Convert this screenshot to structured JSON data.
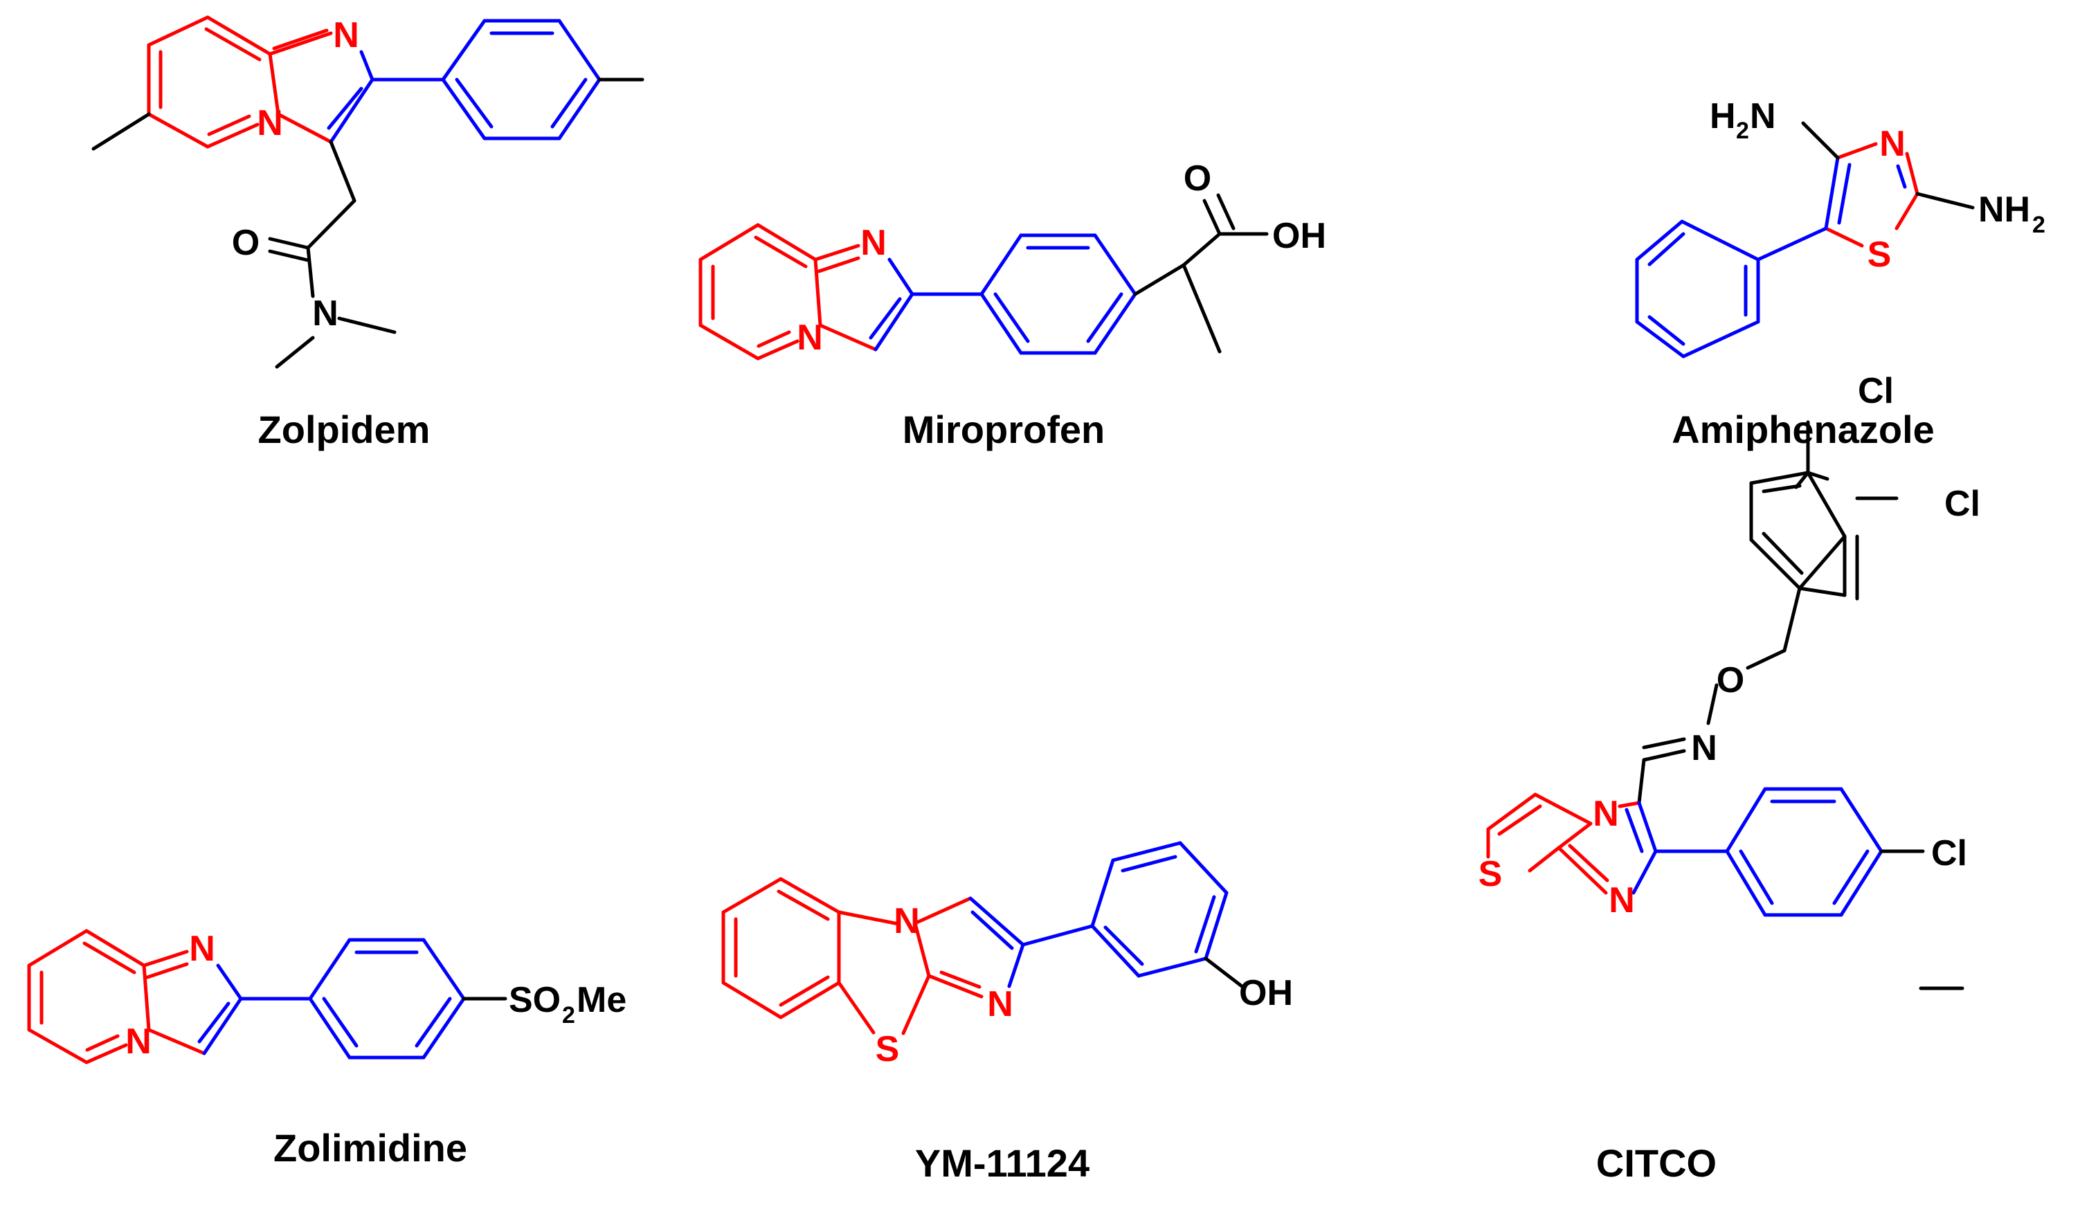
{
  "colors": {
    "red": "#ff0000",
    "blue": "#0000ff",
    "black": "#000000",
    "background": "#ffffff"
  },
  "compounds": [
    {
      "name": "Zolpidem"
    },
    {
      "name": "Miroprofen"
    },
    {
      "name": "Amiphenazole"
    },
    {
      "name": "Zolimidine"
    },
    {
      "name": "YM-11124"
    },
    {
      "name": "CITCO"
    }
  ],
  "atoms": {
    "N": "N",
    "O": "O",
    "S": "S",
    "OH": "OH",
    "Cl": "Cl",
    "H2N_H": "H",
    "H2N_2": "2",
    "H2N_N": "N",
    "NH2_NH": "NH",
    "NH2_2": "2",
    "SO2Me_SO": "SO",
    "SO2Me_2": "2",
    "SO2Me_Me": "Me"
  }
}
